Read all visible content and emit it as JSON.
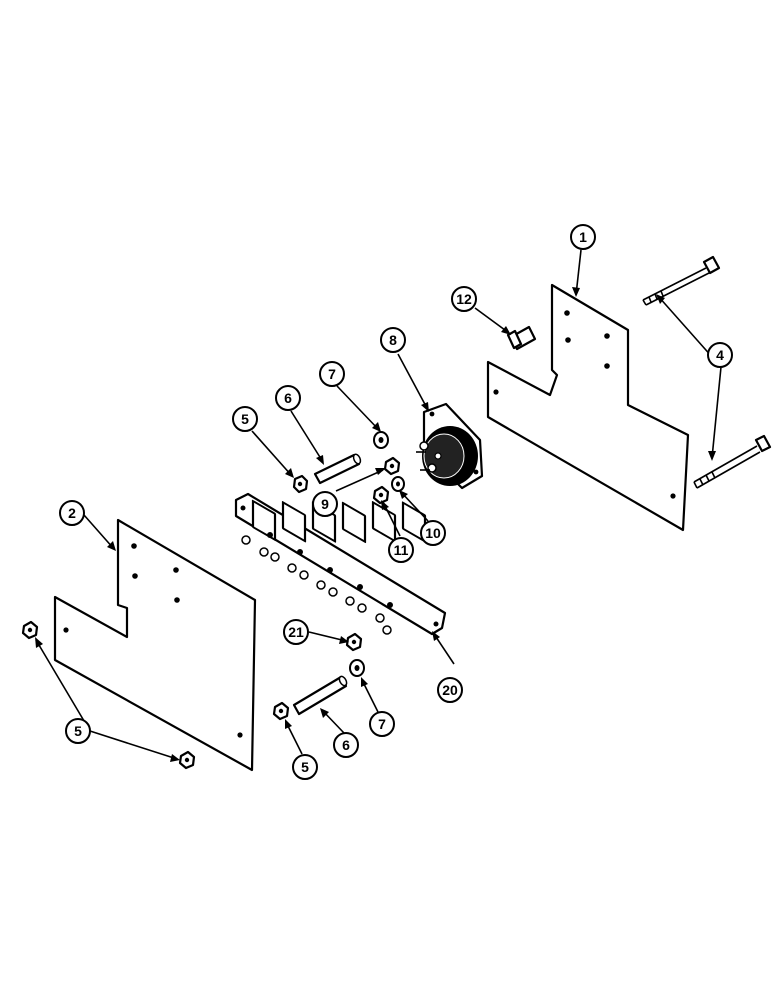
{
  "figure": {
    "callouts": [
      {
        "id": "c1",
        "label": "1"
      },
      {
        "id": "c12",
        "label": "12"
      },
      {
        "id": "c8",
        "label": "8"
      },
      {
        "id": "c4",
        "label": "4"
      },
      {
        "id": "c7a",
        "label": "7"
      },
      {
        "id": "c6a",
        "label": "6"
      },
      {
        "id": "c5a",
        "label": "5"
      },
      {
        "id": "c9",
        "label": "9"
      },
      {
        "id": "c11",
        "label": "11"
      },
      {
        "id": "c10",
        "label": "10"
      },
      {
        "id": "c2",
        "label": "2"
      },
      {
        "id": "c21",
        "label": "21"
      },
      {
        "id": "c20",
        "label": "20"
      },
      {
        "id": "c7b",
        "label": "7"
      },
      {
        "id": "c6b",
        "label": "6"
      },
      {
        "id": "c5b",
        "label": "5"
      },
      {
        "id": "c5c",
        "label": "5"
      }
    ]
  }
}
